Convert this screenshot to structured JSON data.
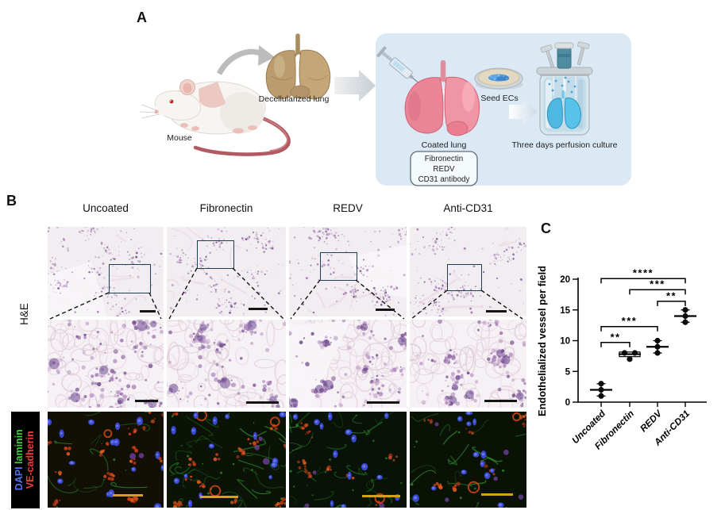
{
  "panels": {
    "a": "A",
    "b": "B",
    "c": "C"
  },
  "panel_a": {
    "mouse": "Mouse",
    "decellularized_lung": "Decellularized lung",
    "coated_lung": "Coated lung",
    "coating_options": [
      "Fibronectin",
      "REDV",
      "CD31 antibody"
    ],
    "seed_ecs": "Seed ECs",
    "culture": "Three days perfusion culture"
  },
  "panel_b": {
    "columns": [
      "Uncoated",
      "Fibronectin",
      "REDV",
      "Anti-CD31"
    ],
    "he_label": "H&E",
    "if_label": {
      "dapi": "DAPI",
      "laminin": "laminin",
      "ve_cadherin": "VE-cadherin"
    },
    "if_colors": {
      "dapi": "#4f74f2",
      "laminin": "#3bd23b",
      "ve_cadherin": "#f03a3a"
    }
  },
  "chart_data": {
    "type": "scatter",
    "title": "",
    "xlabel": "",
    "ylabel": "Endothelialized vessel per field",
    "ylim": [
      0,
      20
    ],
    "yticks": [
      0,
      5,
      10,
      15,
      20
    ],
    "grid": false,
    "categories": [
      "Uncoated",
      "Fibronectin",
      "REDV",
      "Anti-CD31"
    ],
    "series": [
      {
        "name": "Uncoated",
        "values": [
          1,
          2,
          3
        ],
        "mean": 2,
        "sd": 1
      },
      {
        "name": "Fibronectin",
        "values": [
          7,
          8,
          8
        ],
        "mean": 7.8,
        "sd": 0.5,
        "box": [
          7.4,
          8.15
        ]
      },
      {
        "name": "REDV",
        "values": [
          8,
          9,
          10
        ],
        "mean": 9,
        "sd": 1
      },
      {
        "name": "Anti-CD31",
        "values": [
          13,
          14,
          15
        ],
        "mean": 14,
        "sd": 1
      }
    ],
    "significance": [
      {
        "from": 0,
        "to": 3,
        "label": "****",
        "y": 20.1
      },
      {
        "from": 1,
        "to": 3,
        "label": "***",
        "y": 18.3
      },
      {
        "from": 2,
        "to": 3,
        "label": "**",
        "y": 16.4
      },
      {
        "from": 0,
        "to": 2,
        "label": "***",
        "y": 12.3
      },
      {
        "from": 0,
        "to": 1,
        "label": "**",
        "y": 9.7
      }
    ]
  }
}
